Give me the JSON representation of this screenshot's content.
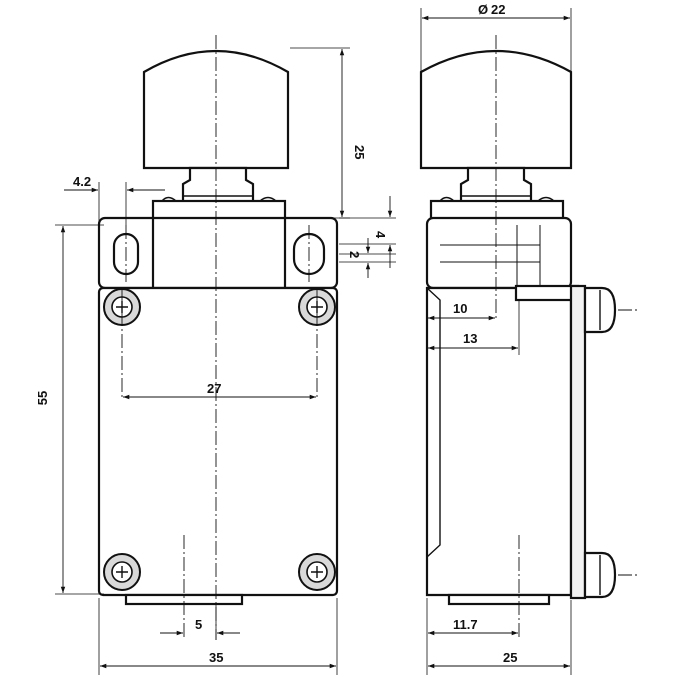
{
  "dimensions": {
    "cap_diameter": "22",
    "cap_diameter_symbol": "Ø",
    "cap_height": "25",
    "slot_offset": "4.2",
    "slot_height_4": "4",
    "slot_height_2": "2",
    "hole_spacing": "27",
    "body_height": "55",
    "foot_width": "5",
    "front_width": "35",
    "side_10": "10",
    "side_13": "13",
    "side_11_7": "11.7",
    "side_width": "25"
  }
}
